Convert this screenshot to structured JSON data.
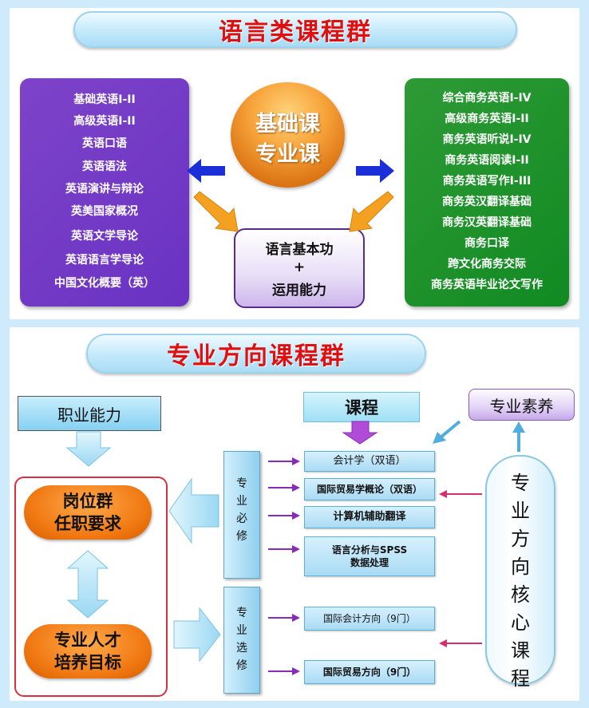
{
  "section1": {
    "title": "语言类课程群",
    "left_courses": [
      "基础英语I-II",
      "高级英语I-II",
      "英语口语",
      "英语语法",
      "英语演讲与辩论",
      "英美国家概况",
      "英语文学导论",
      "英语语言学导论",
      "中国文化概要（英）"
    ],
    "orb_line1": "基础课",
    "orb_line2": "专业课",
    "center_line1": "语言基本功",
    "center_plus": "+",
    "center_line2": "运用能力",
    "right_courses": [
      "综合商务英语I-IV",
      "高级商务英语I-II",
      "商务英语听说I-IV",
      "商务英语阅读I-II",
      "商务英语写作I-III",
      "商务英汉翻译基础",
      "商务汉英翻译基础",
      "商务口译",
      "跨文化商务交际",
      "商务英语毕业论文写作"
    ]
  },
  "section2": {
    "title": "专业方向课程群",
    "career_ability": "职业能力",
    "course_label": "课程",
    "professional_quality": "专业素养",
    "job_req_line1": "岗位群",
    "job_req_line2": "任职要求",
    "talent_line1": "专业人才",
    "talent_line2": "培养目标",
    "required": [
      "专",
      "业",
      "必",
      "修"
    ],
    "elective": [
      "专",
      "业",
      "选",
      "修"
    ],
    "required_courses": [
      "会计学（双语）",
      "国际贸易学概论（双语）",
      "计算机辅助翻译"
    ],
    "spss_line1": "语言分析与SPSS",
    "spss_line2": "数据处理",
    "elective_courses": [
      "国际会计方向（9门）",
      "国际贸易方向（9门）"
    ],
    "core_chars": [
      "专",
      "业",
      "方",
      "向",
      "核",
      "心",
      "课",
      "程"
    ]
  },
  "colors": {
    "title_red": "#e01010",
    "purple": "#7a3fc8",
    "green": "#1a8f2a",
    "orange": "#f07812",
    "arrow_blue": "#1a2fd8",
    "arrow_orange": "#f4a020",
    "arrow_purple": "#8a2ab8",
    "arrow_pink": "#d43070"
  }
}
